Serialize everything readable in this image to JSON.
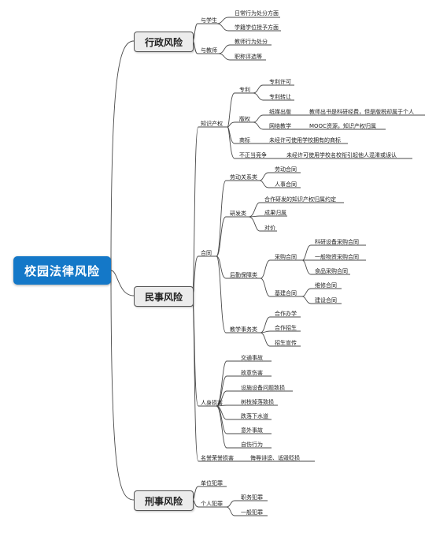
{
  "root": "校园法律风险",
  "majors": {
    "admin": "行政风险",
    "civil": "民事风险",
    "criminal": "刑事风险"
  },
  "admin": {
    "students": "与学生",
    "student_items": [
      "日常行为处分方面",
      "学籍学位授予方面"
    ],
    "teachers": "与教师",
    "teacher_items": [
      "教师行为处分",
      "职称评选等"
    ]
  },
  "civil": {
    "ip": "知识产权",
    "patent": "专利",
    "patent_items": [
      "专利许可",
      "专利转让"
    ],
    "copyright": "版权",
    "paper_pub": "纸媒出版",
    "paper_pub_note": "教师出书是科研经费，但是版税却属于个人",
    "online_teaching": "网络教学",
    "online_teaching_note": "MOOC资源，知识产权归属",
    "trademark": "商标",
    "trademark_note": "未经许可使用学校拥有的商标",
    "unfair": "不正当竞争",
    "unfair_note": "未经许可使用学校名校衔引起他人混淆或误认",
    "contract": "合同",
    "labor": "劳动关系类",
    "labor_items": [
      "劳动合同",
      "人事合同"
    ],
    "rnd": "研发类",
    "rnd_items": [
      "合作研发的知识产权归属约定",
      "成果归属",
      "对价"
    ],
    "logistics": "后勤保障类",
    "procurement": "采购合同",
    "procurement_items": [
      "科研设备采购合同",
      "一般物资采购合同",
      "食品采购合同"
    ],
    "construction": "基建合同",
    "construction_items": [
      "维修合同",
      "建设合同"
    ],
    "teaching": "教学事务类",
    "teaching_items": [
      "合作办学",
      "合作招生",
      "招生宣传"
    ],
    "injury": "人身损害",
    "injury_items": [
      "交通事故",
      "故意伤害",
      "设施设备问题致损",
      "树枝掉落致损",
      "跌落下水道",
      "意外事故",
      "自伤行为"
    ],
    "reputation": "名誉荣誉损害",
    "reputation_note": "侮辱诽谤、诋毁贬损"
  },
  "criminal": {
    "unit": "单位犯罪",
    "individual": "个人犯罪",
    "individual_items": [
      "职务犯罪",
      "一般犯罪"
    ]
  }
}
